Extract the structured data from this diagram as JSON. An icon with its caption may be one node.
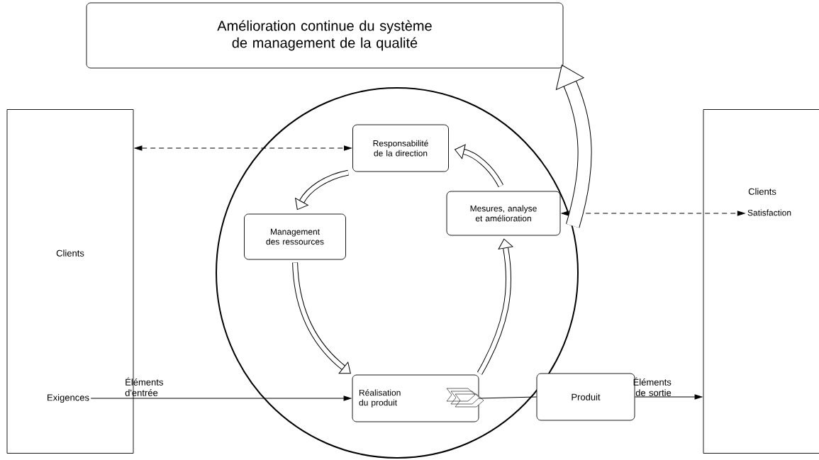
{
  "diagram": {
    "nodes": [
      {
        "text": [
          "Amélioration continue du système de management de la qualité"
        ]
      },
      {
        "text": [
          "Clients"
        ]
      },
      {
        "text": [
          "Exigences"
        ],
        "in": 1
      },
      {
        "text": [],
        "shape": "circle"
      },
      {
        "text": [
          "Responsabilité de la direction"
        ],
        "in": 3
      },
      {
        "text": [
          "Management des ressources"
        ],
        "in": 3
      },
      {
        "text": [
          "Mesures, analyse et amélioration"
        ],
        "in": 3
      },
      {
        "text": [
          "Réalisation du produit"
        ],
        "in": 3
      },
      {
        "text": [
          "Produit"
        ]
      },
      {
        "text": [
          "Clients"
        ]
      },
      {
        "text": [
          "Satisfaction"
        ],
        "in": 9
      }
    ],
    "edges": [
      {
        "from": 1,
        "to": 4,
        "arrow": "both",
        "style": "dashed"
      },
      {
        "from": 6,
        "to": 10,
        "arrow": "both",
        "style": "dashed"
      },
      {
        "from": 2,
        "to": 7,
        "arrow": "to",
        "label": "Éléments d'entrée"
      },
      {
        "from": 7,
        "to": 8,
        "arrow": "none"
      },
      {
        "from": 8,
        "to": 9,
        "arrow": "to",
        "label": "Éléments de sortie"
      },
      {
        "from": 4,
        "to": 5,
        "arrow": "to",
        "style": "thick"
      },
      {
        "from": 5,
        "to": 7,
        "arrow": "to",
        "style": "thick"
      },
      {
        "from": 7,
        "to": 6,
        "arrow": "to",
        "style": "thick"
      },
      {
        "from": 6,
        "to": 4,
        "arrow": "to",
        "style": "thick"
      },
      {
        "from": 3,
        "to": 0,
        "arrow": "to",
        "style": "thick"
      }
    ]
  }
}
